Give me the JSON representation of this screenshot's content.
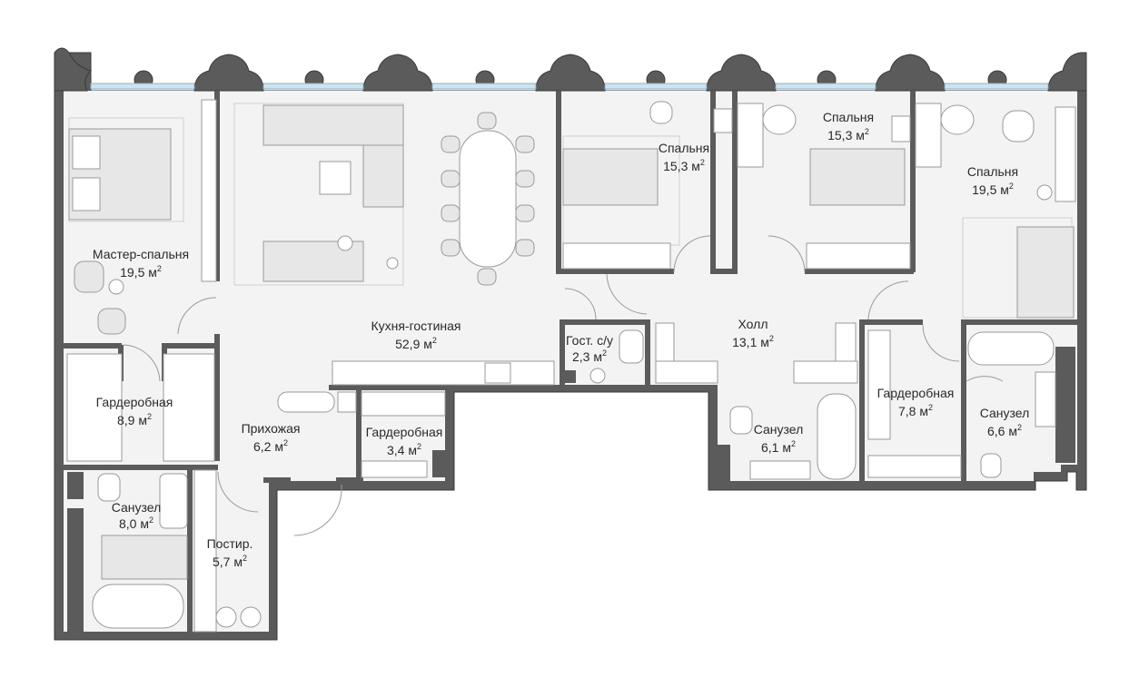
{
  "plan": {
    "rooms": [
      {
        "id": "master-bedroom",
        "name": "Мастер-спальня",
        "area": "19,5 м",
        "unit_sup": "2"
      },
      {
        "id": "kitchen-living",
        "name": "Кухня-гостиная",
        "area": "52,9 м",
        "unit_sup": "2"
      },
      {
        "id": "bedroom-1",
        "name": "Спальня",
        "area": "15,3 м",
        "unit_sup": "2"
      },
      {
        "id": "bedroom-2",
        "name": "Спальня",
        "area": "15,3 м",
        "unit_sup": "2"
      },
      {
        "id": "bedroom-3",
        "name": "Спальня",
        "area": "19,5 м",
        "unit_sup": "2"
      },
      {
        "id": "wardrobe-1",
        "name": "Гардеробная",
        "area": "8,9 м",
        "unit_sup": "2"
      },
      {
        "id": "hallway-entry",
        "name": "Прихожая",
        "area": "6,2 м",
        "unit_sup": "2"
      },
      {
        "id": "wardrobe-2",
        "name": "Гардеробная",
        "area": "3,4 м",
        "unit_sup": "2"
      },
      {
        "id": "guest-wc",
        "name": "Гост. с/у",
        "area": "2,3 м",
        "unit_sup": "2"
      },
      {
        "id": "hall",
        "name": "Холл",
        "area": "13,1 м",
        "unit_sup": "2"
      },
      {
        "id": "bathroom-1",
        "name": "Санузел",
        "area": "8,0 м",
        "unit_sup": "2"
      },
      {
        "id": "laundry",
        "name": "Постир.",
        "area": "5,7 м",
        "unit_sup": "2"
      },
      {
        "id": "bathroom-2",
        "name": "Санузел",
        "area": "6,1 м",
        "unit_sup": "2"
      },
      {
        "id": "wardrobe-3",
        "name": "Гардеробная",
        "area": "7,8 м",
        "unit_sup": "2"
      },
      {
        "id": "bathroom-3",
        "name": "Санузел",
        "area": "6,6 м",
        "unit_sup": "2"
      }
    ]
  }
}
